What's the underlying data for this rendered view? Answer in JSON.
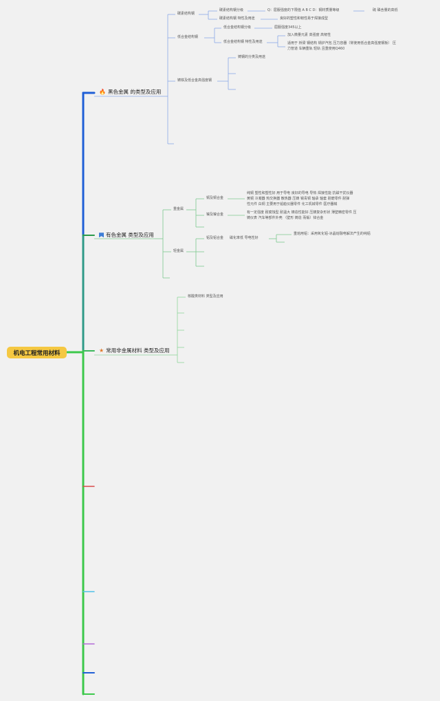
{
  "root": {
    "label": "机电工程常用材料"
  },
  "branches": {
    "ferrous": {
      "label": "黑色金属 的类型及应用",
      "icon": "fire-icon",
      "color": "#1f5fd6",
      "children": {
        "carbon": {
          "label": "碳素结构钢",
          "grade": "碳素结构钢分级",
          "grade_detail": "Q：屈服强度的下限值 A B C D：钢材质量等级",
          "grade_note": "硫 磷含量的高低",
          "props": "碳素结构钢 特性及用途",
          "props_detail": "良好的塑性和韧性易于焊接成型"
        },
        "lowalloy": {
          "label": "低合金结构钢",
          "grade": "低合金结构钢分级",
          "grade_detail": "屈服强度345以上",
          "props": "低合金结构钢 特性及用途",
          "props_line1": "加入微量元素 高强度 高韧性",
          "props_line2": "适用于 桥梁 钢结构 锅炉汽包 压力容器（常使用低合金高强度钢板） 压",
          "props_line3": "力管道 车辆重轨 轻轨 且重使用Q460"
        },
        "cast": {
          "label": "铸铁及低合金高强度钢",
          "child": "铸钢的分类及用途"
        }
      }
    },
    "nonferrous": {
      "label": "有色金属 类型及应用",
      "icon": "flag-icon",
      "color": "#2a9a4a",
      "children": {
        "heavy": {
          "label": "重金属",
          "copper": "铜及铜合金",
          "copper_line1": "纯铜 塑性和塑性好 用于导电 良好的导电 导热 焊接性能 抗磁干扰仪器",
          "copper_line2": "黄铜 冷凝器 热交换器 散热器 压铸 锡青铜 轴承 轴套 耐磨零件 耐弹",
          "copper_line3": "性元件 白铜 主要用于船舶仪器零件 化工机械零件 医疗器械",
          "nickel": "镍及镍合金",
          "nickel_line1": "有一定强度 耐腐蚀型 耐温大 铸造性能好 压铸复杂形状 薄壁精密零件 压",
          "nickel_line2": "铸仪表 汽车等部件外壳 （壁形 铸造 而锻）锌合金"
        },
        "light": {
          "label": "轻金属",
          "aluminum": "铝及铝合金",
          "aluminum_props": "磁化率低 导电性好",
          "aluminum_detail": "重熔用铝：采用氧化铝-冰晶熔融电解法产生的纯铝"
        }
      }
    },
    "nonmetal": {
      "label": "常用非金属材料 类型及应用",
      "icon": "star-icon",
      "color": "#3cb85c",
      "children": {
        "polymer": "核酸类材料 类型及应用"
      }
    }
  },
  "extra_branch_colors": [
    "#d94a4a",
    "#4fc0e8",
    "#b36ad8",
    "#1f5fd6",
    "#3cc84a"
  ]
}
